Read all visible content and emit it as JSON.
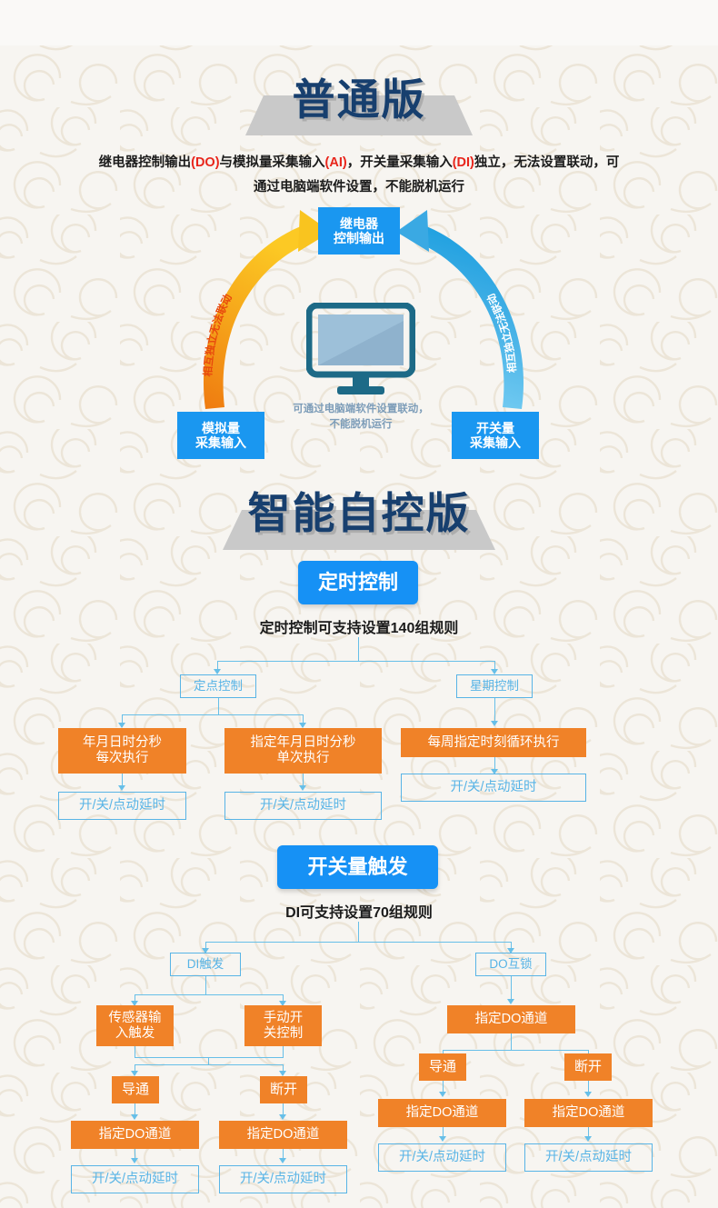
{
  "colors": {
    "blue": "#1a97f0",
    "orange": "#f08228",
    "outline": "#58b4e6",
    "title_navy": "#173f6e",
    "highlight_red": "#e8251b",
    "background": "#f7f5f1",
    "monitor_frame": "#1d6a87",
    "arrow_left_top": "#f9c623",
    "arrow_left_bottom": "#ee7911",
    "arrow_right_top": "#2ba3e0",
    "arrow_right_bottom": "#73cdf2"
  },
  "section1": {
    "title": "普通版",
    "paragraph_line1_a": "继电器控制输出",
    "paragraph_line1_hl1": "(DO)",
    "paragraph_line1_b": "与模拟量采集输入",
    "paragraph_line1_hl2": "(AI)",
    "paragraph_line1_c": "，开关量采集输入",
    "paragraph_line1_hl3": "(DI)",
    "paragraph_line1_d": "独立，无法设置联动，可",
    "paragraph_line2": "通过电脑端软件设置，不能脱机运行",
    "node_top": "继电器\n控制输出",
    "node_left": "模拟量\n采集输入",
    "node_right": "开关量\n采集输入",
    "curve_label_left": "相互独立无法联动",
    "curve_label_right": "相互独立无法联动",
    "monitor_caption": "可通过电脑端软件设置联动，\n不能脱机运行"
  },
  "section2": {
    "title": "智能自控版",
    "group_timer": {
      "button": "定时控制",
      "subtitle": "定时控制可支持设置140组规则",
      "branch_left": "定点控制",
      "branch_right": "星期控制",
      "left_child_1": "年月日时分秒\n每次执行",
      "left_child_2": "指定年月日时分秒\n单次执行",
      "left_leaf_1": "开/关/点动延时",
      "left_leaf_2": "开/关/点动延时",
      "right_child_1": "每周指定时刻循环执行",
      "right_leaf_1": "开/关/点动延时"
    },
    "group_di": {
      "button": "开关量触发",
      "subtitle": "DI可支持设置70组规则",
      "branch_left": "DI触发",
      "branch_right": "DO互锁",
      "di_child_1": "传感器输\n入触发",
      "di_child_2": "手动开\n关控制",
      "di_state_1": "导通",
      "di_state_2": "断开",
      "di_do_1": "指定DO通道",
      "di_do_2": "指定DO通道",
      "di_leaf_1": "开/关/点动延时",
      "di_leaf_2": "开/关/点动延时",
      "do_child_1": "指定DO通道",
      "do_state_1": "导通",
      "do_state_2": "断开",
      "do_do_1": "指定DO通道",
      "do_do_2": "指定DO通道",
      "do_leaf_1": "开/关/点动延时",
      "do_leaf_2": "开/关/点动延时"
    }
  }
}
